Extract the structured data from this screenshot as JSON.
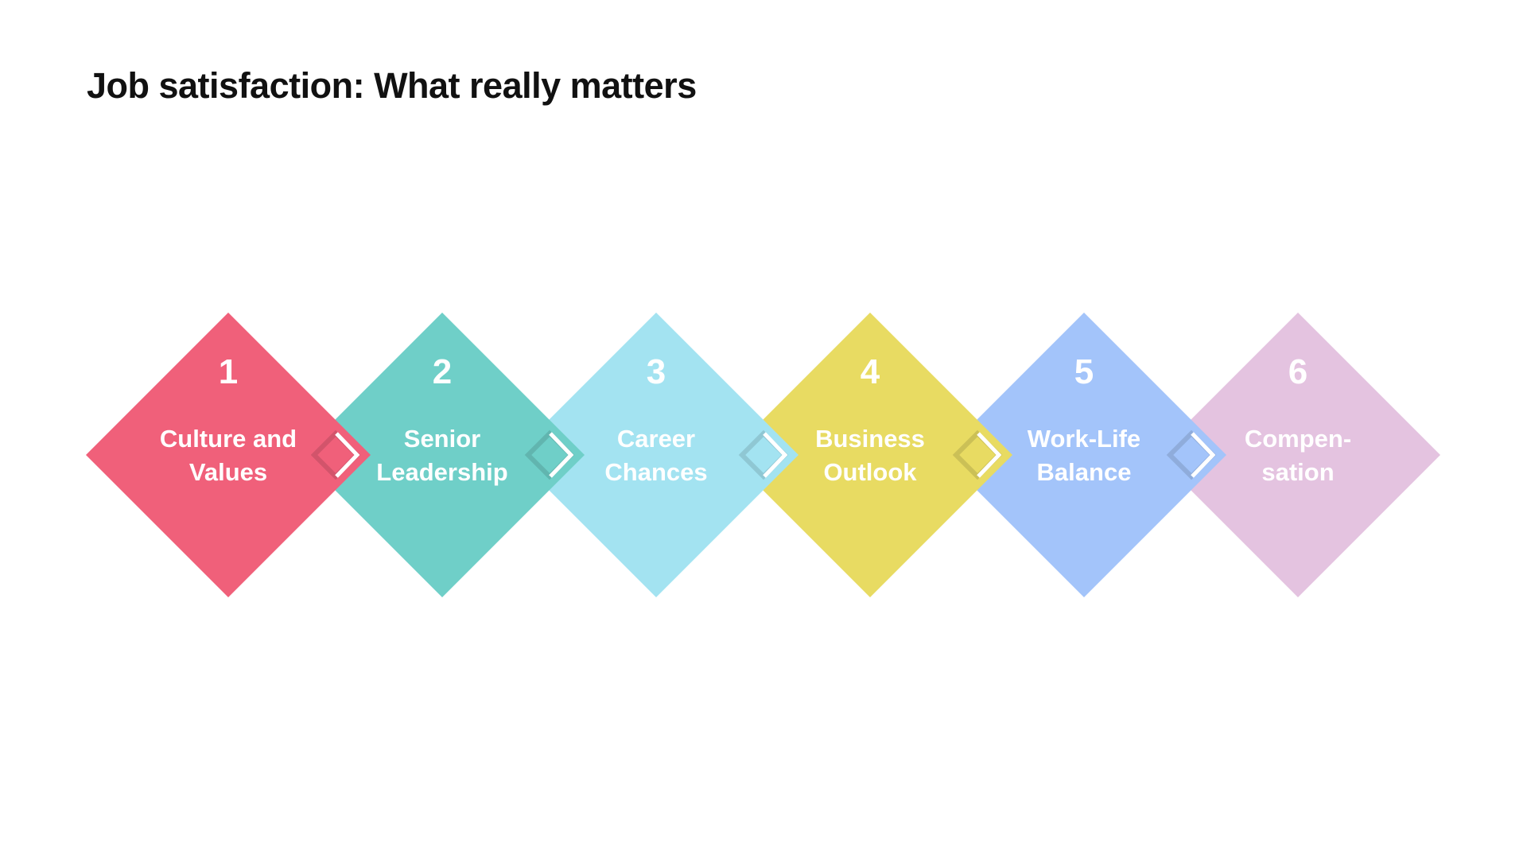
{
  "title": "Job satisfaction: What really matters",
  "steps": [
    {
      "number": "1",
      "lines": [
        "Culture and",
        "Values"
      ],
      "color": "#F0607A"
    },
    {
      "number": "2",
      "lines": [
        "Senior",
        "Leadership"
      ],
      "color": "#6FCFC8"
    },
    {
      "number": "3",
      "lines": [
        "Career",
        "Chances"
      ],
      "color": "#A3E3F1"
    },
    {
      "number": "4",
      "lines": [
        "Business",
        "Outlook"
      ],
      "color": "#E8DB62"
    },
    {
      "number": "5",
      "lines": [
        "Work-Life",
        "Balance"
      ],
      "color": "#A3C4FA"
    },
    {
      "number": "6",
      "lines": [
        "Compen-",
        "sation"
      ],
      "color": "#E4C3E0"
    }
  ]
}
